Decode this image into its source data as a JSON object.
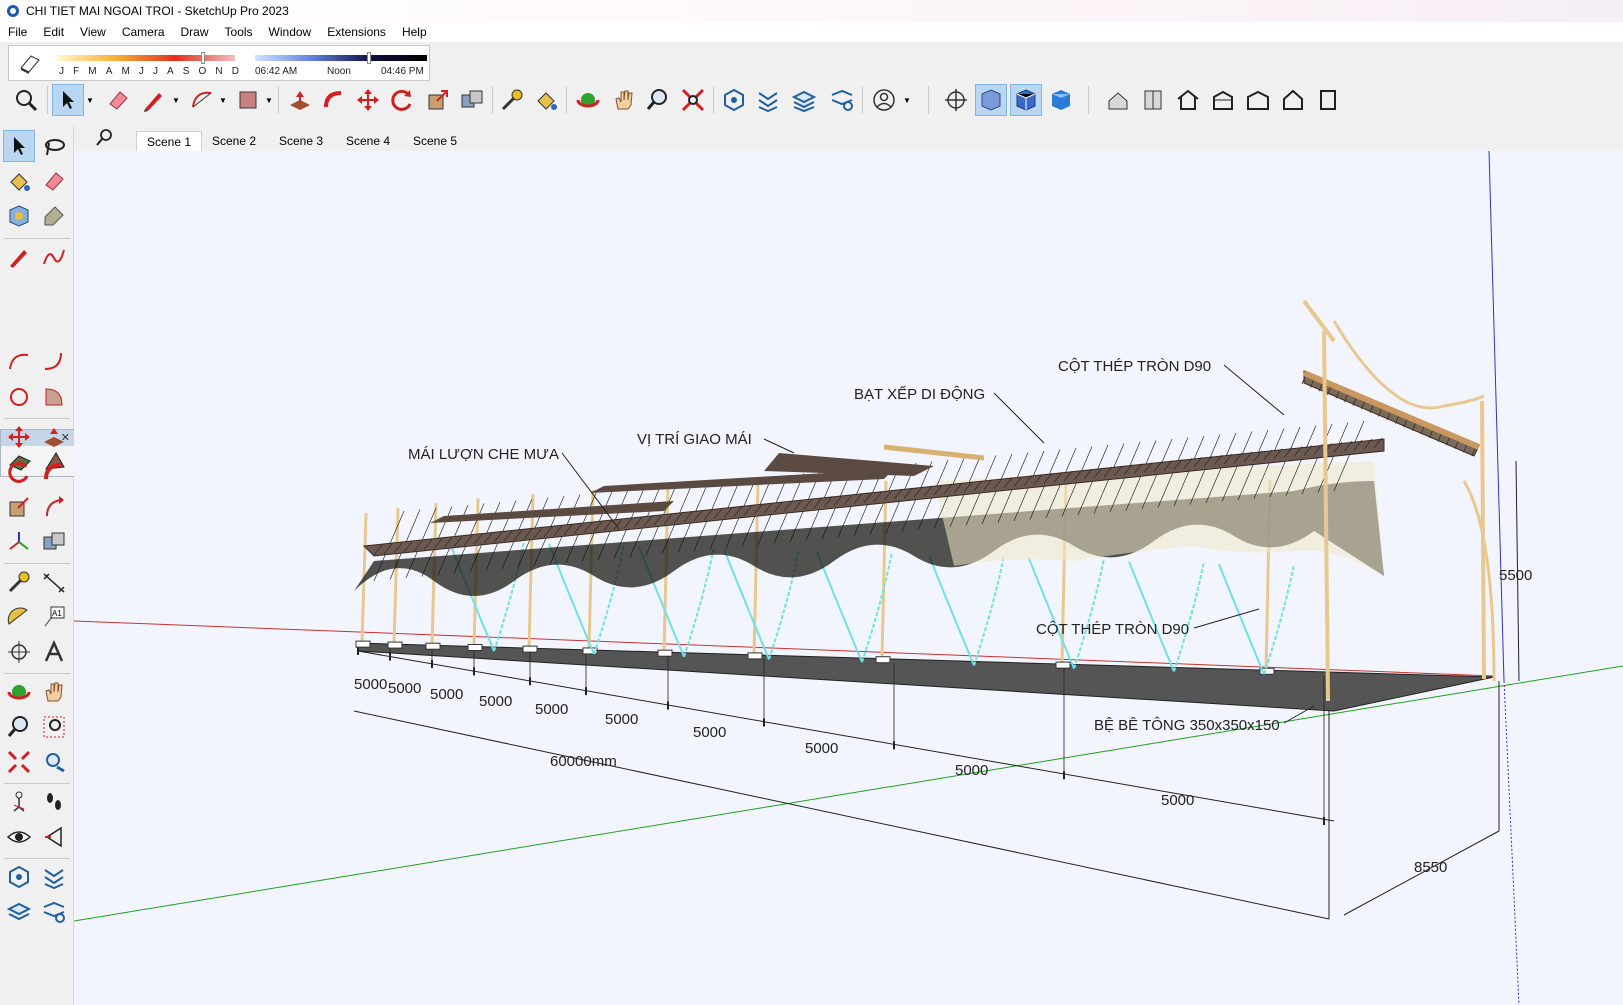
{
  "window": {
    "title": "CHI TIET MAI NGOAI TROI - SketchUp Pro 2023"
  },
  "menu": [
    "File",
    "Edit",
    "View",
    "Camera",
    "Draw",
    "Tools",
    "Window",
    "Extensions",
    "Help"
  ],
  "shadows": {
    "months": [
      "J",
      "F",
      "M",
      "A",
      "M",
      "J",
      "J",
      "A",
      "S",
      "O",
      "N",
      "D"
    ],
    "time_start": "06:42 AM",
    "time_mid": "Noon",
    "time_end": "04:46 PM",
    "month_fraction": 0.82,
    "time_fraction": 0.66
  },
  "scenes": {
    "tabs": [
      "Scene 1",
      "Scene 2",
      "Scene 3",
      "Scene 4",
      "Scene 5"
    ],
    "active": "Scene 1"
  },
  "annotations": {
    "cot_thep_top": "CỘT THÉP TRÒN D90",
    "bat_xep": "BẠT XẾP DI ĐỘNG",
    "vi_tri_giao_mai": "VỊ TRÍ GIAO MÁI",
    "mai_luon": "MÁI LƯỢN CHE MƯA",
    "cot_thep_bottom": "CỘT THÉP TRÒN D90",
    "be_tong": "BỆ BÊ TÔNG 350x350x150"
  },
  "dimensions": {
    "segments": [
      "5000",
      "5000",
      "5000",
      "5000",
      "5000",
      "5000",
      "5000",
      "5000",
      "5000",
      "5000"
    ],
    "total": "60000mm",
    "height": "5500",
    "width": "8550"
  },
  "colors": {
    "accent": "#b9d7f3",
    "red_axis": "#c83030",
    "green_axis": "#20a020",
    "blue_axis": "#3030d0",
    "roof": "#6b5a52",
    "column": "#e8c890",
    "cyan_column": "#70e0e8",
    "floor": "#555555"
  }
}
